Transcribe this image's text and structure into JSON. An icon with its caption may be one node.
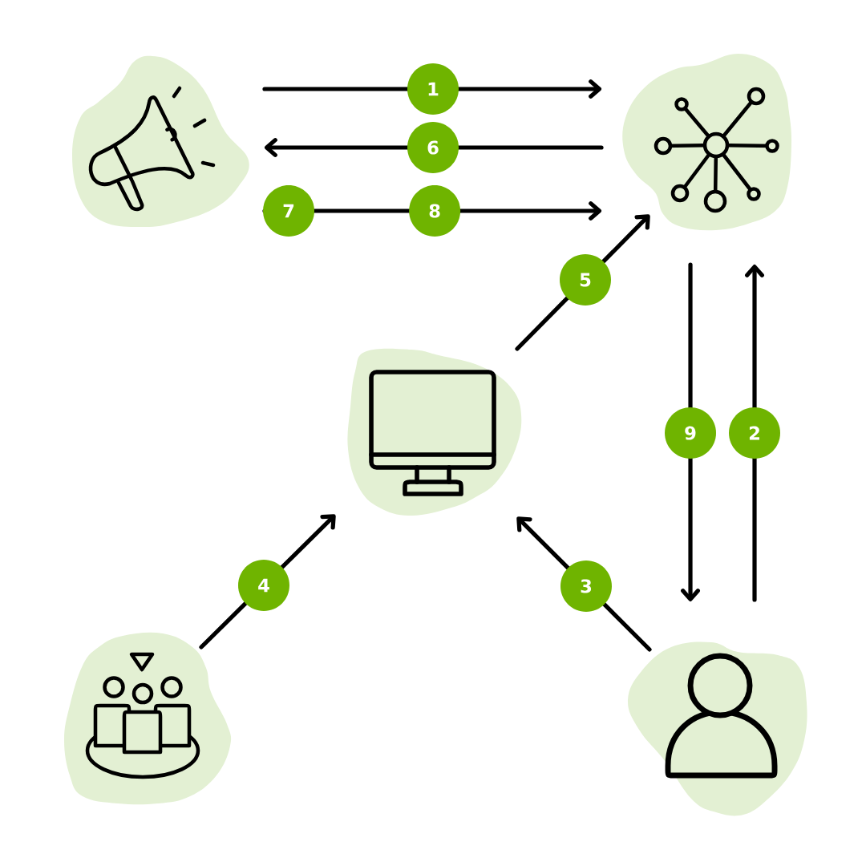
{
  "diagram": {
    "nodes": [
      {
        "text": [],
        "shape": "picture"
      },
      {
        "text": [],
        "shape": "picture"
      },
      {
        "text": [],
        "shape": "picture"
      },
      {
        "text": [],
        "shape": "picture"
      },
      {
        "text": [],
        "shape": "picture"
      }
    ],
    "edges": [
      {
        "from": 0,
        "to": 1,
        "arrow": "to",
        "label": "1"
      },
      {
        "from": 4,
        "to": 1,
        "arrow": "to",
        "label": "2"
      },
      {
        "from": 4,
        "to": 2,
        "arrow": "to",
        "label": "3"
      },
      {
        "from": 3,
        "to": 2,
        "arrow": "to",
        "label": "4"
      },
      {
        "from": 2,
        "to": 1,
        "arrow": "to",
        "label": "5"
      },
      {
        "from": 1,
        "to": 0,
        "arrow": "to",
        "label": "6"
      },
      {
        "from": 0,
        "to": 1,
        "arrow": "to",
        "label": "8"
      },
      {
        "from": 1,
        "to": 4,
        "arrow": "to",
        "label": "9"
      }
    ],
    "labels": [
      "7"
    ]
  }
}
